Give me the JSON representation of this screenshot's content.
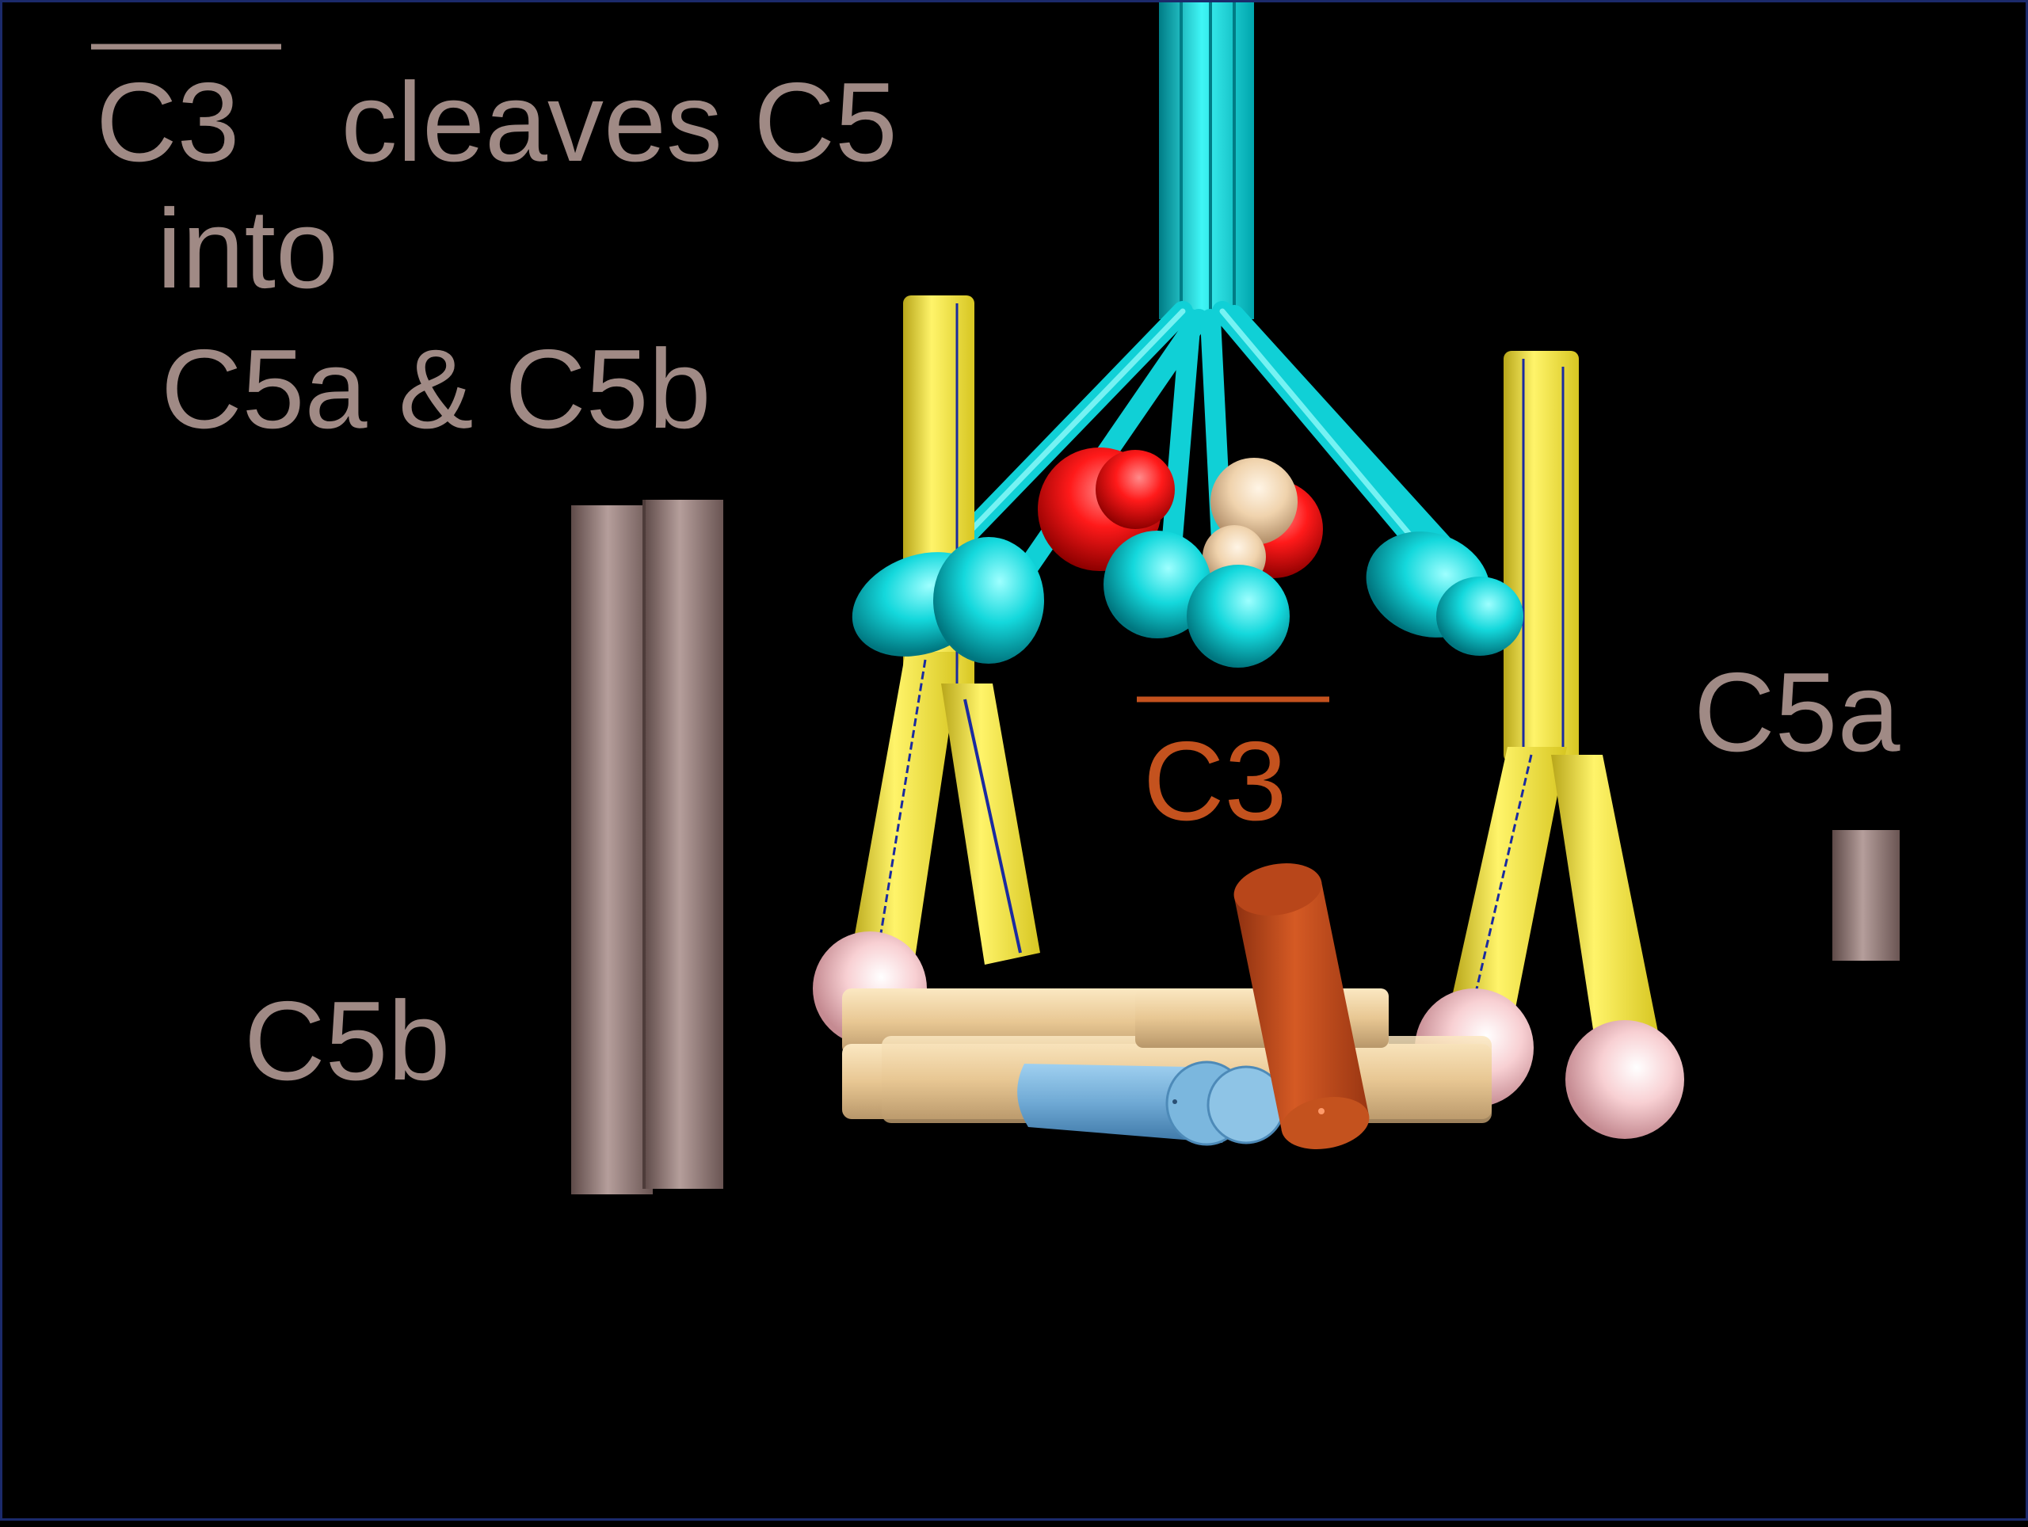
{
  "title": {
    "line1_overbar": "C3",
    "line1_rest": " cleaves C5",
    "line2": "into",
    "line3": "C5a & C5b"
  },
  "labels": {
    "c3_overbar": "C3",
    "c5a": "C5a",
    "c5b": "C5b"
  },
  "colors": {
    "label_text": "#a08a85",
    "c3_label": "#c4521e",
    "antibody": "#00e0e0",
    "c1": "#f5e84a",
    "c4b2a": "#f2d6a8",
    "c3b": "#c4521e",
    "c5_fragments": "#8a7472",
    "sphere_pink": "#f7c8cc",
    "red_antigen": "#ee1010",
    "c4_blue": "#73aed8"
  }
}
